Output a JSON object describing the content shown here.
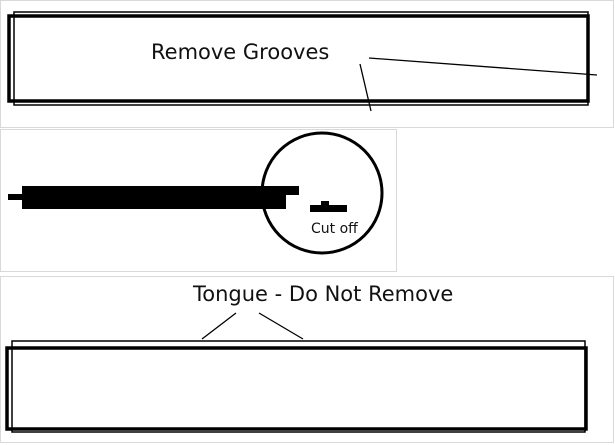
{
  "panels": {
    "top": {
      "label": "Remove Grooves"
    },
    "middle": {
      "label": "Cut off"
    },
    "bottom": {
      "label": "Tongue - Do Not Remove"
    }
  },
  "colors": {
    "ink": "#000000",
    "panel_border": "#d9d9d9",
    "background": "#ffffff"
  }
}
